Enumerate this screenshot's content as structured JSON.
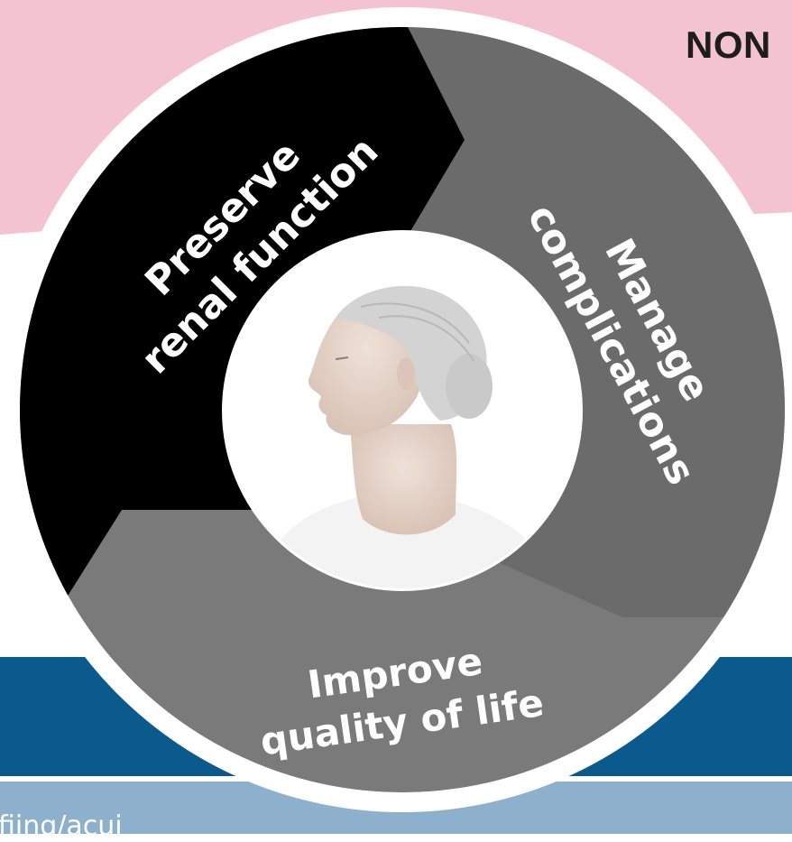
{
  "header": {
    "title": "NON"
  },
  "diagram": {
    "segments": [
      {
        "id": "preserve",
        "lines": [
          "Preserve",
          "renal function"
        ]
      },
      {
        "id": "manage",
        "lines": [
          "Manage",
          "complications"
        ]
      },
      {
        "id": "improve",
        "lines": [
          "Improve",
          "quality of life"
        ]
      }
    ],
    "center_image": "portrait of elderly woman with grey hair in a bun, profile view"
  },
  "footer": {
    "caption": "fiing/acui"
  },
  "colors": {
    "pink_band": "#f4c3d1",
    "blue_band": "#0a5a8e",
    "light_blue_band": "#8db1cc",
    "segment_black": "#000000",
    "segment_dark_grey": "#6b6b6b",
    "segment_mid_grey": "#7a7a7a",
    "ring_border": "#ffffff"
  }
}
